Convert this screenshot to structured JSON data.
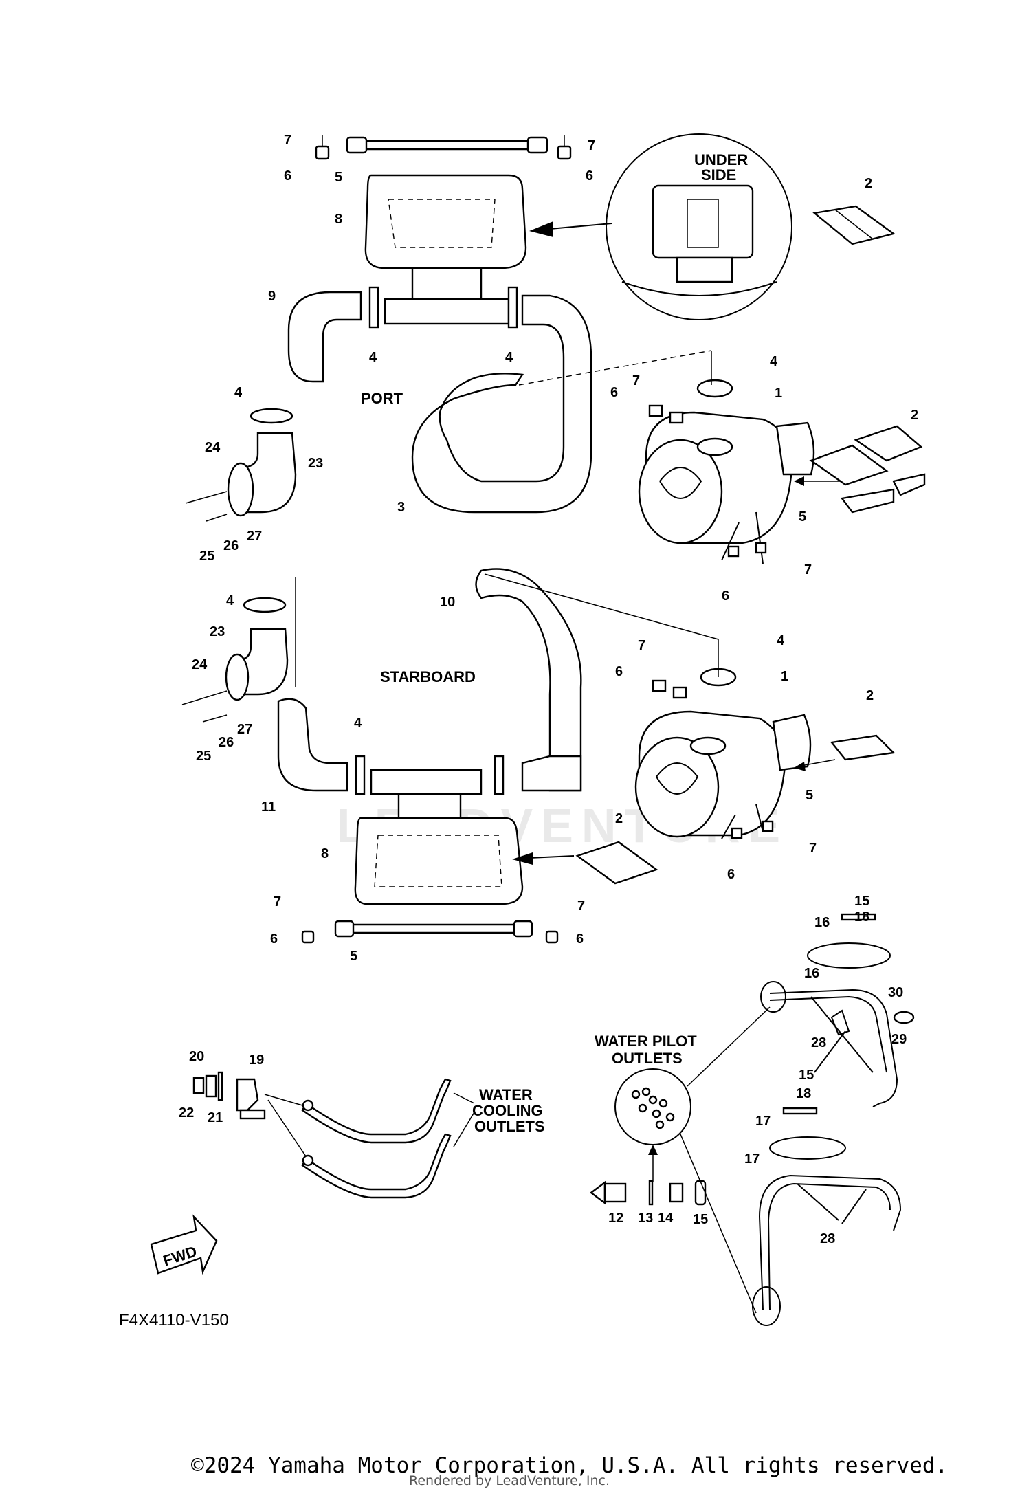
{
  "diagram": {
    "figure_code": "F4X4110-V150",
    "section_labels": {
      "port": "PORT",
      "starboard": "STARBOARD",
      "under_side": [
        "UNDER",
        "SIDE"
      ],
      "water_pilot_outlets": [
        "WATER PILOT",
        "OUTLETS"
      ],
      "water_cooling_outlets": [
        "WATER",
        "COOLING",
        "OUTLETS"
      ],
      "fwd": "FWD"
    },
    "callouts": [
      "7",
      "6",
      "5",
      "7",
      "6",
      "8",
      "2",
      "9",
      "4",
      "4",
      "4",
      "24",
      "23",
      "25",
      "26",
      "27",
      "3",
      "7",
      "6",
      "4",
      "1",
      "2",
      "5",
      "7",
      "6",
      "10",
      "4",
      "23",
      "24",
      "25",
      "26",
      "27",
      "11",
      "4",
      "8",
      "2",
      "7",
      "6",
      "5",
      "7",
      "6",
      "7",
      "6",
      "4",
      "1",
      "2",
      "5",
      "7",
      "6",
      "15",
      "18",
      "16",
      "16",
      "30",
      "28",
      "29",
      "15",
      "18",
      "17",
      "17",
      "28",
      "12",
      "13",
      "14",
      "15",
      "20",
      "22",
      "21",
      "19"
    ],
    "watermark": "LEADVENTURE",
    "copyright": "©2024 Yamaha Motor Corporation, U.S.A. All rights reserved.",
    "credit": "Rendered by LeadVenture, Inc."
  }
}
